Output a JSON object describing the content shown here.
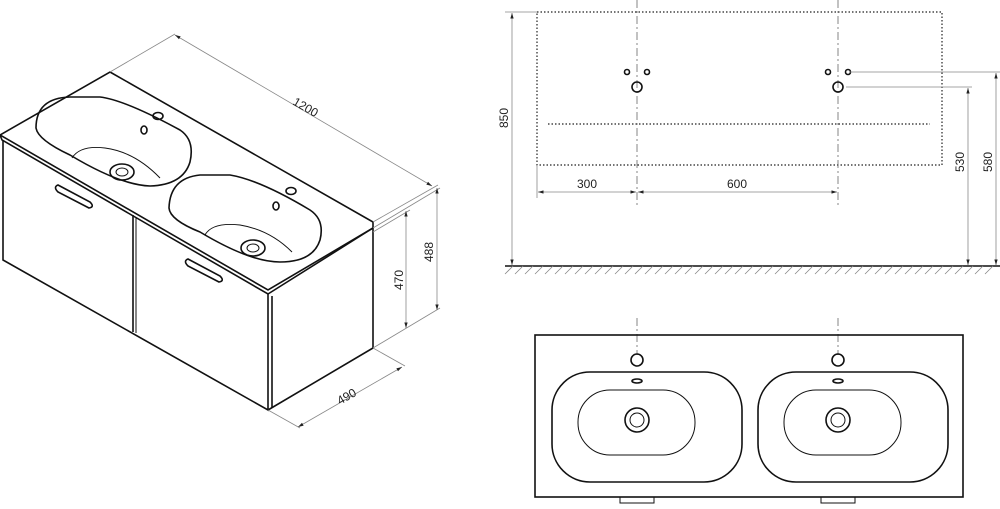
{
  "dimensions": {
    "iso_width": "1200",
    "iso_total_height": "488",
    "iso_cabinet_height": "470",
    "iso_depth": "490",
    "front_height_from_floor": "850",
    "front_offset_left": "300",
    "front_tap_spacing": "600",
    "front_drain_height": "530",
    "front_tap_height": "580"
  }
}
